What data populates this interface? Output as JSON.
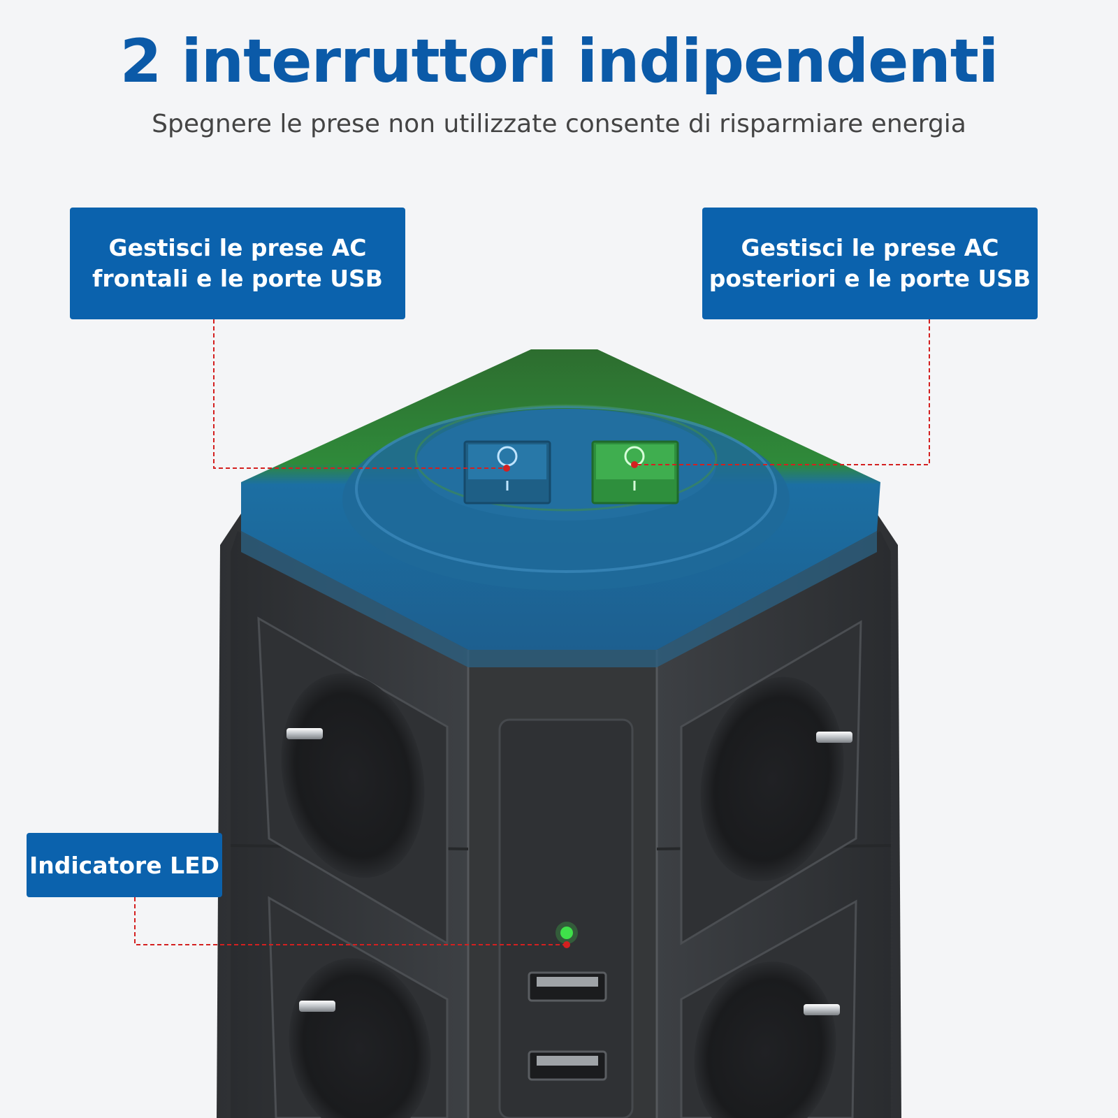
{
  "headline": "2 interruttori indipendenti",
  "subtitle": "Spegnere le prese non utilizzate consente di risparmiare energia",
  "callouts": {
    "front_switch": "Gestisci le prese AC\nfrontali e le porte USB",
    "rear_switch": "Gestisci le prese AC\nposteriori e le porte USB",
    "led": "Indicatore LED"
  },
  "switch_symbols": {
    "off": "O",
    "on": "I"
  },
  "colors": {
    "brand_blue": "#0b62ad",
    "headline_blue": "#0b5aa8",
    "leader_red": "#d42020",
    "led_green": "#3fe04a",
    "body_dark": "#3a3c3f"
  }
}
